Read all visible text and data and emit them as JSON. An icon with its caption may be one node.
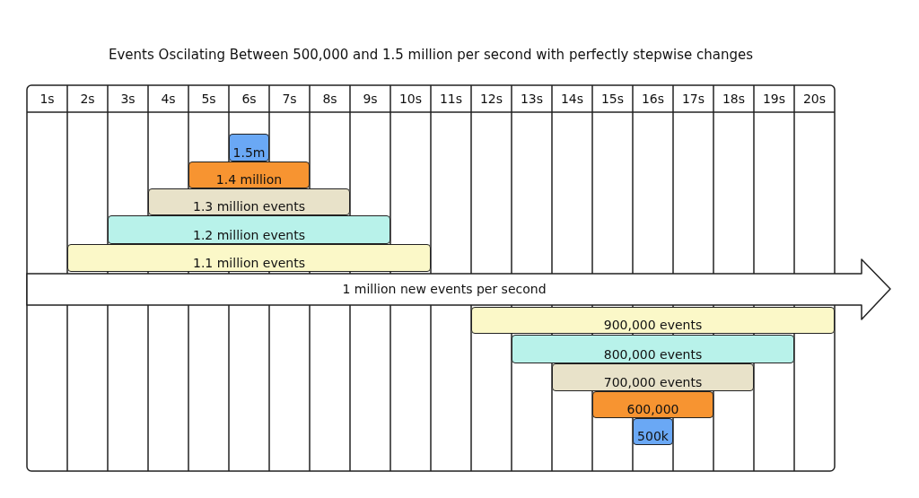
{
  "diagram": {
    "title": "Events Oscilating Between 500,000 and 1.5 million per second with perfectly stepwise changes",
    "nodes": [
      {
        "text": [
          "1.5m"
        ]
      },
      {
        "text": [
          "1.4 million"
        ]
      },
      {
        "text": [
          "1.3 million events"
        ]
      },
      {
        "text": [
          "1.2 million events"
        ]
      },
      {
        "text": [
          "1.1 million events"
        ]
      },
      {
        "text": [
          "1 million new events per second"
        ]
      },
      {
        "text": [
          "900,000 events"
        ]
      },
      {
        "text": [
          "800,000 events"
        ]
      },
      {
        "text": [
          "700,000 events"
        ]
      },
      {
        "text": [
          "600,000"
        ]
      },
      {
        "text": [
          "500k"
        ]
      }
    ],
    "edges": [],
    "labels": [
      "1s",
      "2s",
      "3s",
      "4s",
      "5s",
      "6s",
      "7s",
      "8s",
      "9s",
      "10s",
      "11s",
      "12s",
      "13s",
      "14s",
      "15s",
      "16s",
      "17s",
      "18s",
      "19s",
      "20s"
    ]
  }
}
